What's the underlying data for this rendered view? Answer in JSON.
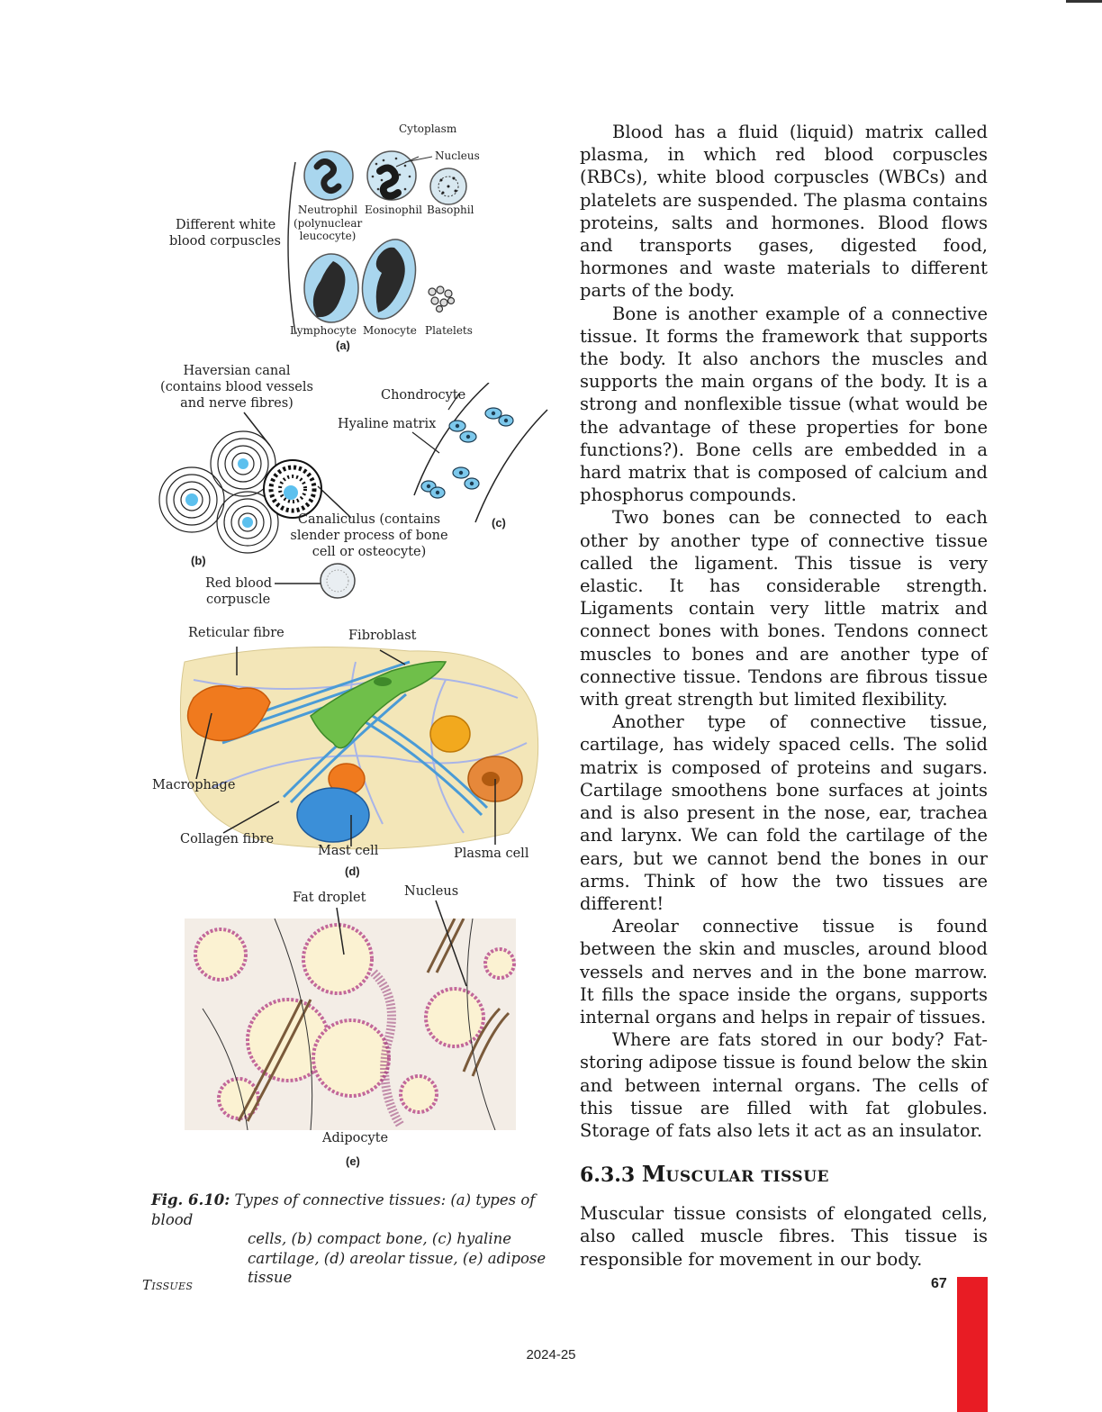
{
  "figure": {
    "labels": {
      "cytoplasm": "Cytoplasm",
      "nucleus_a": "Nucleus",
      "different_wbc_1": "Different white",
      "different_wbc_2": "blood corpuscles",
      "neutrophil_1": "Neutrophil",
      "neutrophil_2": "(polynuclear",
      "neutrophil_3": "leucocyte)",
      "eosinophil": "Eosinophil",
      "basophil": "Basophil",
      "lymphocyte": "Lymphocyte",
      "monocyte": "Monocyte",
      "platelets": "Platelets",
      "letter_a": "(a)",
      "haversian_1": "Haversian canal",
      "haversian_2": "(contains blood vessels",
      "haversian_3": "and nerve fibres)",
      "chondrocyte": "Chondrocyte",
      "hyaline_matrix": "Hyaline matrix",
      "canaliculus_1": "Canaliculus  (contains",
      "canaliculus_2": "slender process of bone",
      "canaliculus_3": "cell or osteocyte)",
      "letter_b": "(b)",
      "letter_c": "(c)",
      "rbc_1": "Red blood",
      "rbc_2": "corpuscle",
      "reticular_fibre": "Reticular fibre",
      "fibroblast": "Fibroblast",
      "macrophage": "Macrophage",
      "collagen_fibre": "Collagen fibre",
      "mast_cell": "Mast cell",
      "plasma_cell": "Plasma cell",
      "letter_d": "(d)",
      "fat_droplet": "Fat droplet",
      "nucleus_e": "Nucleus",
      "adipocyte": "Adipocyte",
      "letter_e": "(e)"
    },
    "caption_label": "Fig. 6.10:",
    "caption_line1": " Types of connective tissues: (a) types of blood",
    "caption_rest": "cells, (b) compact bone, (c) hyaline cartilage, (d) areolar tissue, (e) adipose tissue"
  },
  "text": {
    "p1": "Blood has a fluid (liquid) matrix called plasma, in which red blood corpuscles (RBCs), white blood corpuscles (WBCs) and platelets are suspended. The plasma contains proteins, salts and hormones. Blood flows and transports gases, digested food, hormones and waste materials to different parts of the body.",
    "p2": "Bone is another example of a connective tissue. It forms the framework that supports the body. It also anchors the muscles and supports the main organs of the body. It is a strong and nonflexible tissue (what would be the advantage of these properties for bone functions?). Bone cells are embedded in a hard matrix that is composed of calcium and phosphorus compounds.",
    "p3": "Two bones can be connected to each other by another type of connective tissue called the ligament. This tissue is very elastic. It has considerable strength. Ligaments contain very little matrix and connect bones with bones. Tendons connect muscles to bones and are another type of connective tissue. Tendons are fibrous tissue with great strength but limited flexibility.",
    "p4": "Another type of connective tissue, cartilage, has widely spaced cells. The solid matrix is composed of proteins and sugars. Cartilage smoothens bone surfaces at joints and is also present in the nose, ear, trachea and larynx. We can fold the cartilage of the ears, but we cannot bend the bones in our arms. Think of how  the two tissues are different!",
    "p5": "Areolar connective tissue is found between the skin and muscles, around blood vessels and nerves and in the bone marrow. It fills the space inside the organs, supports internal organs and helps in repair of tissues.",
    "p6": "Where are fats stored in our body? Fat-storing adipose tissue is found below the skin and between internal organs. The cells of this tissue are filled with fat globules. Storage of fats also lets it act as an insulator.",
    "heading_num": "6.3.3",
    "heading_big1": "M",
    "heading_sc1": "USCULAR",
    "heading_sc2": "TISSUE",
    "p7": "Muscular tissue consists of elongated cells, also called muscle fibres. This tissue is responsible for movement in our body."
  },
  "footer": {
    "title_big": "T",
    "title_rest": "ISSUES",
    "page_number": "67",
    "year": "2024-25"
  },
  "colors": {
    "accent_red": "#e81c24",
    "cell_blue": "#a9d6ee",
    "areolar_bg": "#f3e6b8",
    "collagen_blue": "#4a9bd6",
    "fibroblast_green": "#6fbf4a",
    "macrophage_orange": "#f07a1e",
    "adipose_pink": "#c2679a"
  }
}
